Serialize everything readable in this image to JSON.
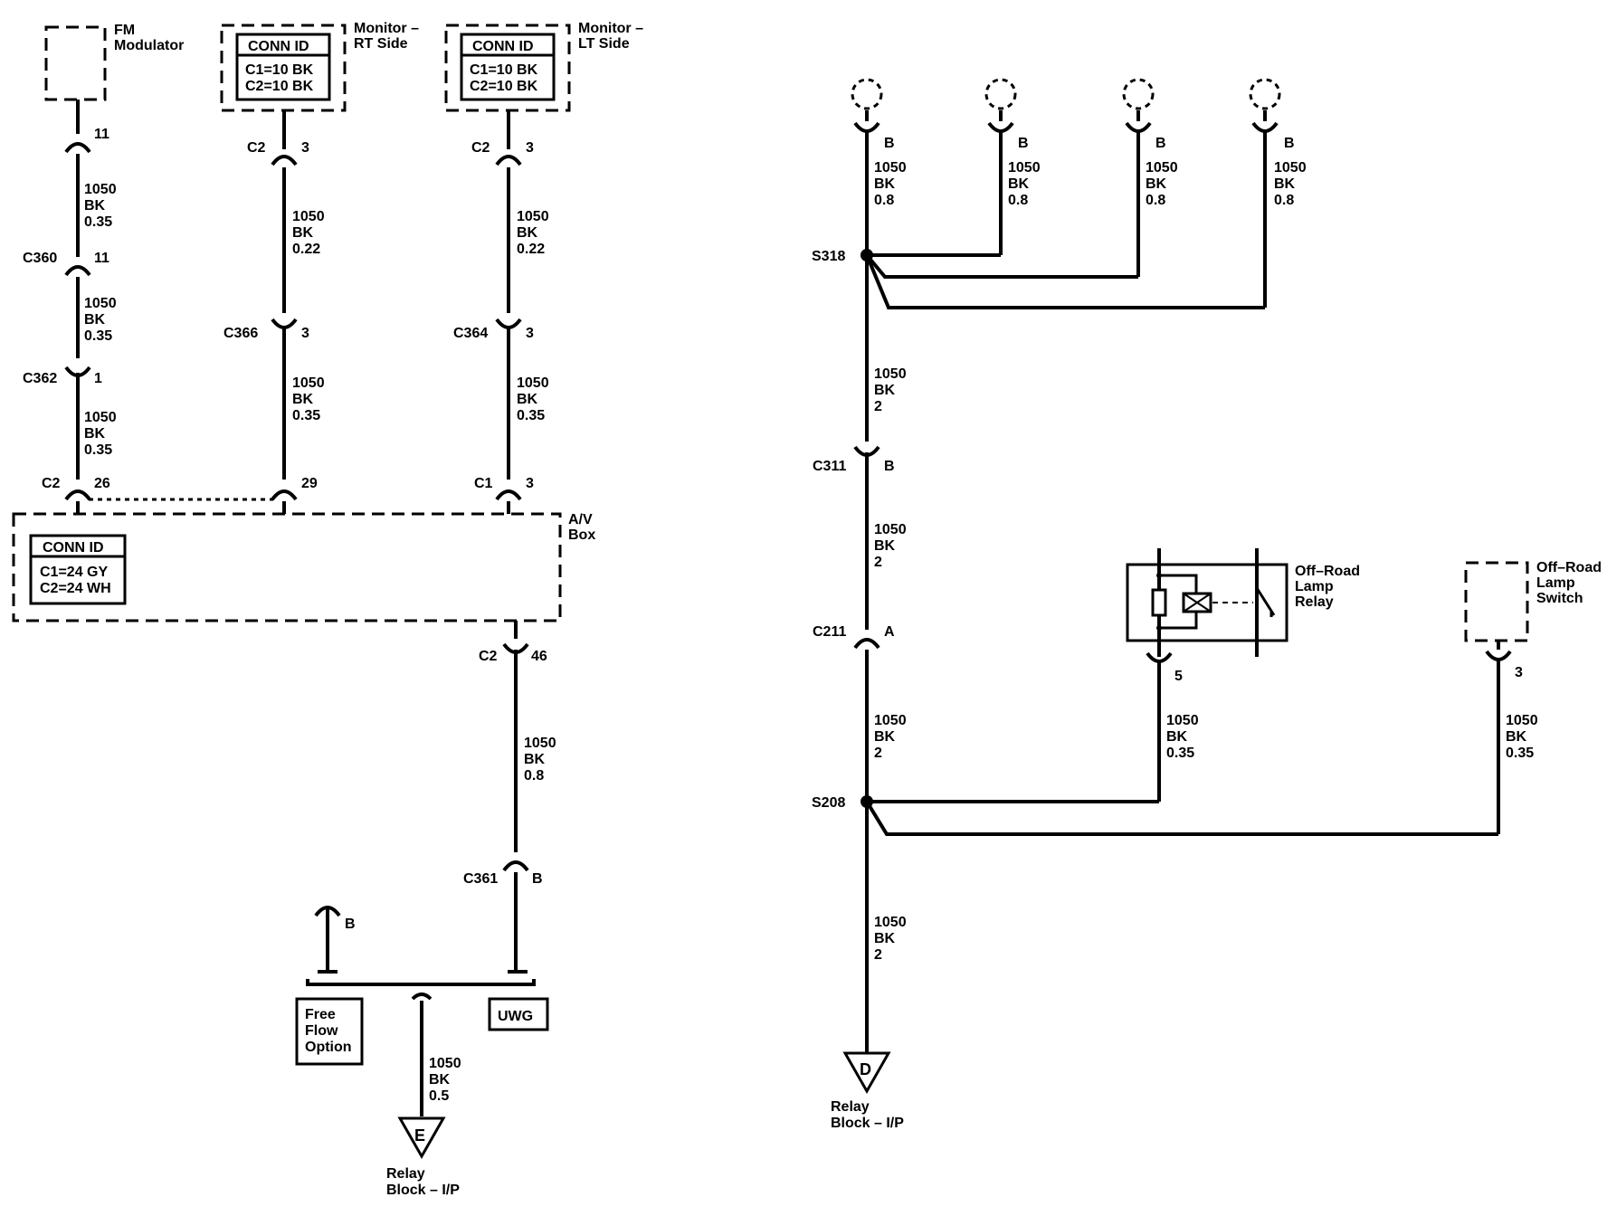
{
  "components": {
    "fm_modulator": [
      "FM",
      "Modulator"
    ],
    "monitor_rt": [
      "Monitor –",
      "RT Side"
    ],
    "monitor_lt": [
      "Monitor –",
      "LT Side"
    ],
    "av_box": [
      "A/V",
      "Box"
    ],
    "off_road_relay": [
      "Off–Road",
      "Lamp",
      "Relay"
    ],
    "off_road_switch": [
      "Off–Road",
      "Lamp",
      "Switch"
    ],
    "free_flow": [
      "Free",
      "Flow",
      "Option"
    ],
    "uwg": "UWG",
    "relay_block_e": [
      "Relay",
      "Block – I/P"
    ],
    "relay_block_d": [
      "Relay",
      "Block – I/P"
    ]
  },
  "conn_id": {
    "title": "CONN ID",
    "monitor_rt": [
      "C1=10 BK",
      "C2=10 BK"
    ],
    "monitor_lt": [
      "C1=10 BK",
      "C2=10 BK"
    ],
    "av_box": [
      "C1=24 GY",
      "C2=24 WH"
    ]
  },
  "connectors": {
    "c360": "C360",
    "c362": "C362",
    "c366": "C366",
    "c364": "C364",
    "c2": "C2",
    "c1": "C1",
    "c361": "C361",
    "c311": "C311",
    "c211": "C211"
  },
  "splices": {
    "s318": "S318",
    "s208": "S208"
  },
  "grounds": {
    "e": "E",
    "d": "D"
  },
  "pins": {
    "p11": "11",
    "p1": "1",
    "p3": "3",
    "p26": "26",
    "p29": "29",
    "p46": "46",
    "pB": "B",
    "pA": "A",
    "p5": "5"
  },
  "wires": {
    "fm_a": [
      "1050",
      "BK",
      "0.35"
    ],
    "fm_b": [
      "1050",
      "BK",
      "0.35"
    ],
    "fm_c": [
      "1050",
      "BK",
      "0.35"
    ],
    "rt_a": [
      "1050",
      "BK",
      "0.22"
    ],
    "rt_b": [
      "1050",
      "BK",
      "0.35"
    ],
    "lt_a": [
      "1050",
      "BK",
      "0.22"
    ],
    "lt_b": [
      "1050",
      "BK",
      "0.35"
    ],
    "av_out": [
      "1050",
      "BK",
      "0.8"
    ],
    "gnd_e": [
      "1050",
      "BK",
      "0.5"
    ],
    "top1": [
      "1050",
      "BK",
      "0.8"
    ],
    "top2": [
      "1050",
      "BK",
      "0.8"
    ],
    "top3": [
      "1050",
      "BK",
      "0.8"
    ],
    "top4": [
      "1050",
      "BK",
      "0.8"
    ],
    "main1": [
      "1050",
      "BK",
      "2"
    ],
    "main2": [
      "1050",
      "BK",
      "2"
    ],
    "main3": [
      "1050",
      "BK",
      "2"
    ],
    "main4": [
      "1050",
      "BK",
      "2"
    ],
    "relay": [
      "1050",
      "BK",
      "0.35"
    ],
    "switch": [
      "1050",
      "BK",
      "0.35"
    ]
  }
}
